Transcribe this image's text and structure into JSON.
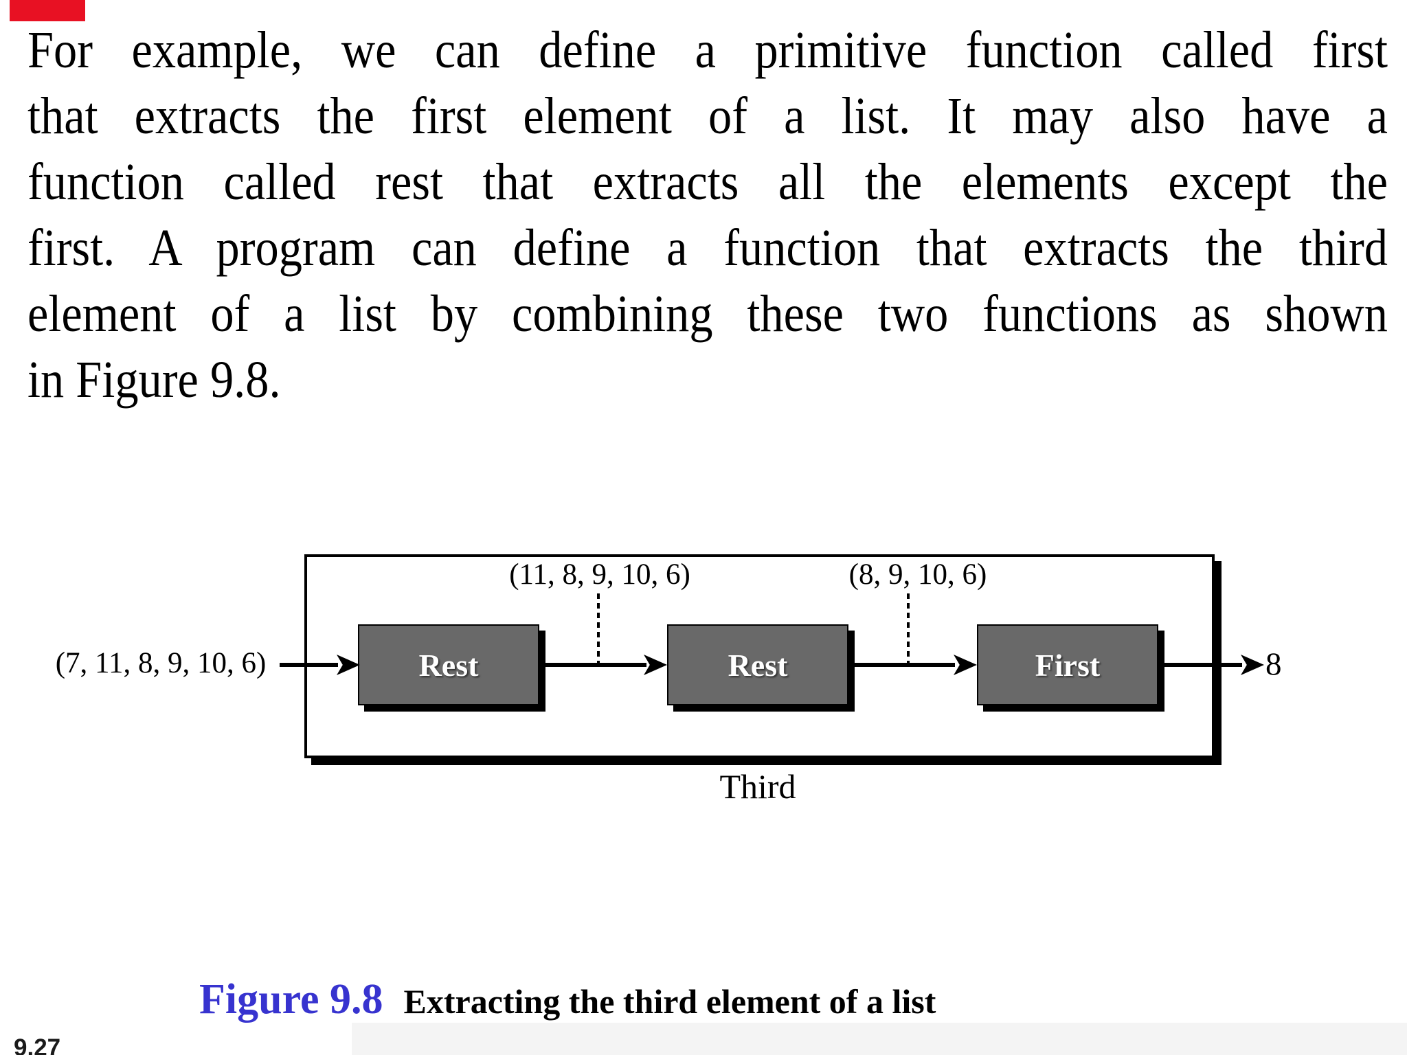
{
  "decor": {
    "red_marker_color": "#e81123"
  },
  "paragraph": {
    "lines": [
      "For example, we can define a primitive function called first",
      "that extracts the first element of a list. It may also have a",
      "function called rest that extracts all the elements except the",
      "first. A program can define a function that extracts the third",
      "element of a list by combining these two functions as shown",
      "in Figure 9.8."
    ]
  },
  "diagram": {
    "input_label": "(7, 11, 8, 9, 10, 6)",
    "boxes": [
      {
        "label": "Rest"
      },
      {
        "label": "Rest"
      },
      {
        "label": "First"
      }
    ],
    "intermediate_labels": [
      "(11, 8, 9, 10, 6)",
      "(8, 9, 10, 6)"
    ],
    "output_label": "8",
    "group_label": "Third",
    "box_fill": "#696969",
    "box_text_color": "#ffffff"
  },
  "caption": {
    "figure_label": "Figure 9.8",
    "figure_label_color": "#3733cf",
    "text": "Extracting the third element of a list"
  },
  "page": {
    "number": "9.27"
  }
}
